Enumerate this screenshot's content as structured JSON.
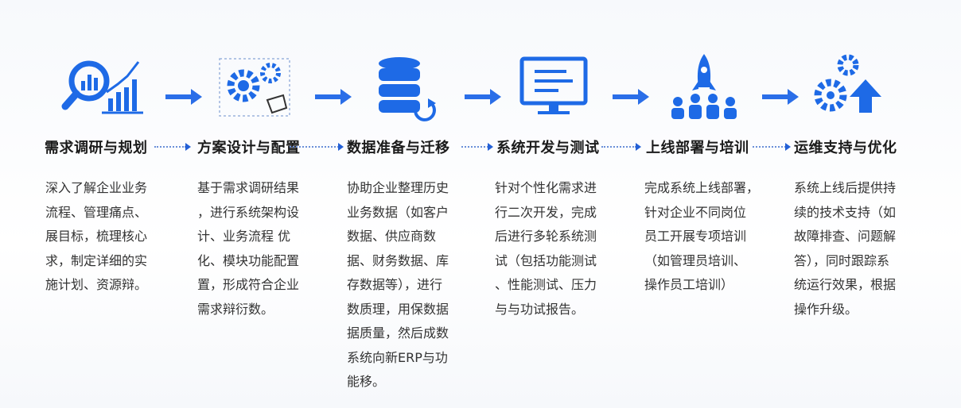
{
  "accent": "#1e6ae6",
  "steps": [
    {
      "icon": "magnifier-chart-icon",
      "title": "需求调研与规划",
      "desc": "深入了解企业业务\n流程、管理痛点、\n展目标，梳理核心\n求，制定详细的实\n施计划、资源辩。"
    },
    {
      "icon": "gears-blueprint-icon",
      "title": "方案设计与配置",
      "desc": "基于需求调研结果\n，进行系统架构设\n计、业务流程  优\n化、模块功能配置\n置，形成符合企业\n需求辩衍数。"
    },
    {
      "icon": "database-migrate-icon",
      "title": "数据准备与迁移",
      "desc": "协助企业整理历史\n业务数据（如客户\n数据、供应商数\n据、财务数据、库\n存数据等），进行\n数质理，用保数据\n据质量，然后成数\n系统向新ERP与功\n能移。"
    },
    {
      "icon": "monitor-checklist-icon",
      "title": "系统开发与测试",
      "desc": "针对个性化需求进\n行二次开发，完成\n后进行多轮系统测\n试（包括功能测试\n、性能测试、压力\n与与功试报告。"
    },
    {
      "icon": "rocket-team-icon",
      "title": "上线部署与培训",
      "desc": "完成系统上线部署，\n针对企业不同岗位\n员工开展专项培训\n（如管理员培训、\n操作员工培训）"
    },
    {
      "icon": "gears-up-arrow-icon",
      "title": "运维支持与优化",
      "desc": "系统上线后提供持\n续的技术支持（如\n故障排查、问题解\n答），同时跟踪系\n统运行效果，根据\n操作升级。"
    }
  ]
}
